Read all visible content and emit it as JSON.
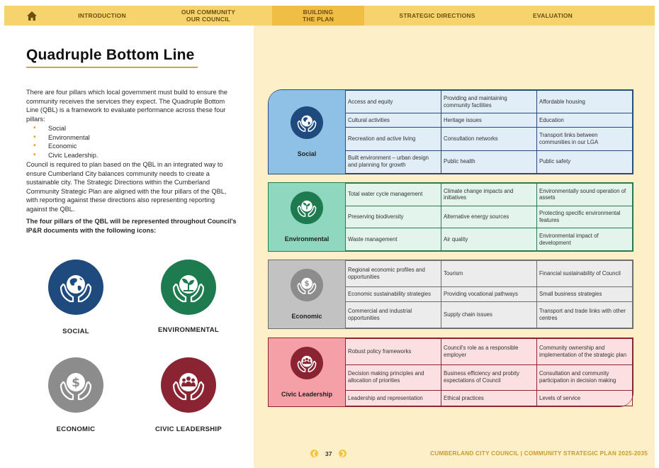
{
  "nav": {
    "home_icon": "home-icon",
    "items": [
      {
        "label": "INTRODUCTION"
      },
      {
        "label": "OUR COMMUNITY\nOUR COUNCIL"
      },
      {
        "label": "BUILDING\nTHE PLAN"
      },
      {
        "label": "STRATEGIC DIRECTIONS"
      },
      {
        "label": "EVALUATION"
      }
    ],
    "active_index": 2
  },
  "left": {
    "title": "Quadruple Bottom Line",
    "intro_para": "There are four pillars which local government must build to ensure the community receives the services they expect. The Quadruple Bottom Line (QBL) is a framework to evaluate performance across these four pillars:",
    "bullets": [
      "Social",
      "Environmental",
      "Economic",
      "Civic Leadership."
    ],
    "para2": "Council is required to plan based on the QBL in an integrated way to ensure Cumberland City balances community needs to create a sustainable city. The Strategic Directions within the Cumberland Community Strategic Plan are aligned with the four pillars of the QBL, with reporting against these directions also representing reporting against the QBL.",
    "bold_para": "The four pillars of the QBL will be represented throughout Council's IP&R documents with the following icons:",
    "pillars": [
      {
        "label": "SOCIAL",
        "color": "#1e4a7d",
        "icon": "globe-in-hands-icon"
      },
      {
        "label": "ENVIRONMENTAL",
        "color": "#1e7a4f",
        "icon": "plant-in-hands-icon"
      },
      {
        "label": "ECONOMIC",
        "color": "#8c8c8c",
        "icon": "dollar-in-hands-icon"
      },
      {
        "label": "CIVIC LEADERSHIP",
        "color": "#8b2432",
        "icon": "people-in-hands-icon"
      }
    ]
  },
  "blocks": [
    {
      "label": "Social",
      "rows": [
        [
          "Access and equity",
          "Providing and maintaining community facilities",
          "Affordable housing"
        ],
        [
          "Cultural activities",
          "Heritage issues",
          "Education"
        ],
        [
          "Recreation and active living",
          "Consultation networks",
          "Transport links between communities in our LGA"
        ],
        [
          "Built environment – urban design and planning for growth",
          "Public health",
          "Public safety"
        ]
      ]
    },
    {
      "label": "Environmental",
      "rows": [
        [
          "Total water cycle management",
          "Climate change impacts and initiatives",
          "Environmentally sound operation of assets"
        ],
        [
          "Preserving biodiversity",
          "Alternative energy sources",
          "Protecting specific environmental features"
        ],
        [
          "Waste management",
          "Air quality",
          "Environmental impact of development"
        ]
      ]
    },
    {
      "label": "Economic",
      "rows": [
        [
          "Regional economic profiles and opportunities",
          "Tourism",
          "Financial sustainability of Council"
        ],
        [
          "Economic sustainability strategies",
          "Providing vocational pathways",
          "Small business strategies"
        ],
        [
          "Commercial and industrial opportunities",
          "Supply chain issues",
          "Transport and trade links with other centres"
        ]
      ]
    },
    {
      "label": "Civic Leadership",
      "rows": [
        [
          "Robust policy frameworks",
          "Council's role as a responsible employer",
          "Community ownership and implementation of the strategic plan"
        ],
        [
          "Decision making principles and allocation of priorities",
          "Business efficiency and probity expectations of Council",
          "Consultation and community participation in decision making"
        ],
        [
          "Leadership and representation",
          "Ethical practices",
          "Levels of service"
        ]
      ]
    }
  ],
  "footer": {
    "page_number": "37",
    "text": "CUMBERLAND CITY COUNCIL  |  COMMUNITY STRATEGIC PLAN 2025-2035"
  }
}
